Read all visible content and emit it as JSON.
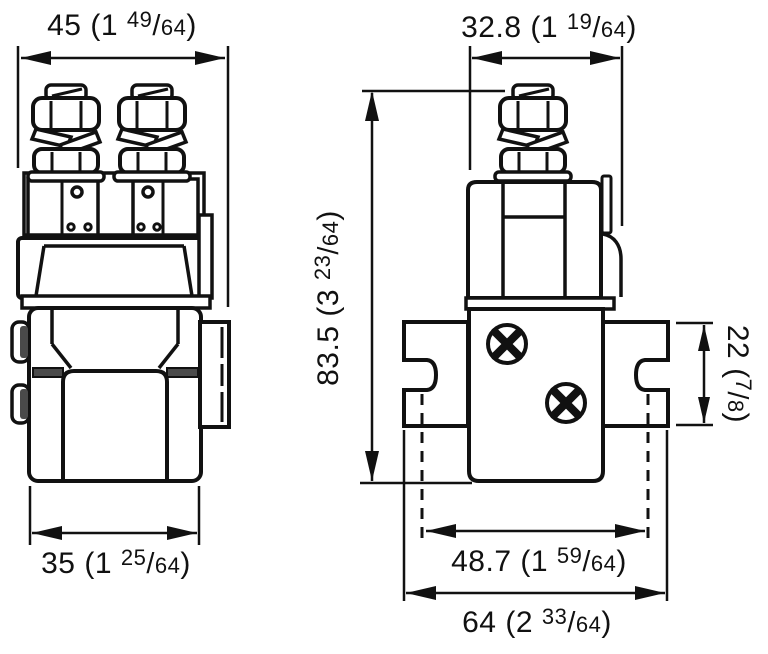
{
  "drawing": {
    "kind": "two-view dimensioned technical drawing of a DC contactor / solenoid switch",
    "views": 2
  },
  "colors": {
    "line": "#111111",
    "background": "#ffffff",
    "shade_gray": "#4a4a4a"
  },
  "dimensions": {
    "front_width_top": {
      "text": "45 (1 49/64)",
      "parts": [
        "45 (1 ",
        "49",
        "/",
        "64",
        ")"
      ]
    },
    "side_width_top": {
      "text": "32.8 (1 19/64)",
      "parts": [
        "32.8 (1 ",
        "19",
        "/",
        "64",
        ")"
      ]
    },
    "overall_height": {
      "text": "83.5 (3 23/64)",
      "parts": [
        "83.5 (3 ",
        "23",
        "/",
        "64",
        ")"
      ]
    },
    "flange_height": {
      "text": "22 (7/8)",
      "parts": [
        "22 (",
        "7",
        "/",
        "8",
        ")"
      ]
    },
    "front_width_bottom": {
      "text": "35 (1 25/64)",
      "parts": [
        "35 (1 ",
        "25",
        "/",
        "64",
        ")"
      ]
    },
    "slot_spacing": {
      "text": "48.7 (1 59/64)",
      "parts": [
        "48.7 (1 ",
        "59",
        "/",
        "64",
        ")"
      ]
    },
    "overall_width": {
      "text": "64 (2 33/64)",
      "parts": [
        "64 (2 ",
        "33",
        "/",
        "64",
        ")"
      ]
    }
  }
}
